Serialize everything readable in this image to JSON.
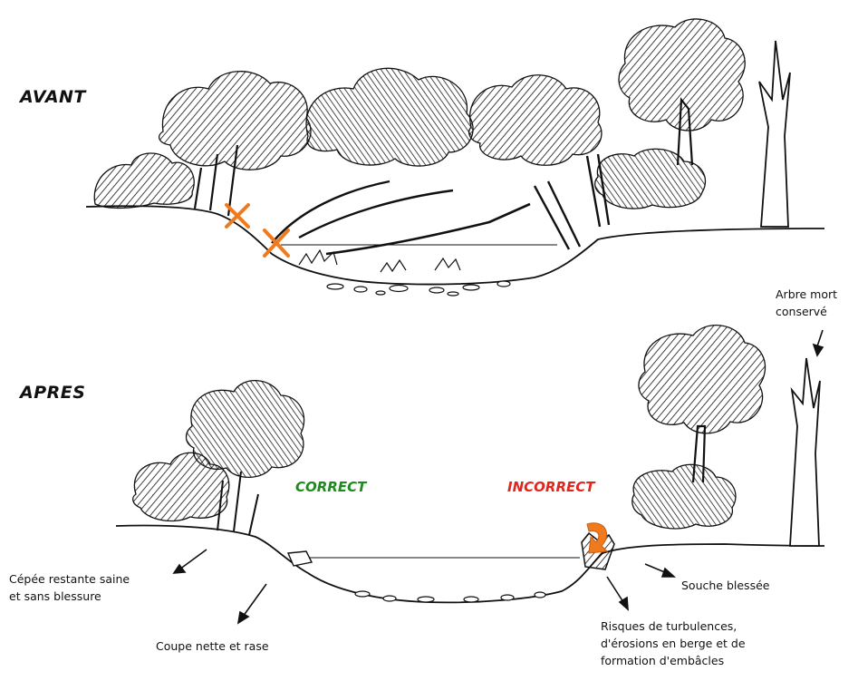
{
  "titles": {
    "before": "AVANT",
    "after": "APRES"
  },
  "status": {
    "correct": "CORRECT",
    "incorrect": "INCORRECT"
  },
  "annotations": {
    "dead_tree_line1": "Arbre mort",
    "dead_tree_line2": "conservé",
    "clump_line1": "Cépée restante saine",
    "clump_line2": "et sans blessure",
    "clean_cut": "Coupe nette et rase",
    "injured_stump": "Souche blessée",
    "risk_line1": "Risques de turbulences,",
    "risk_line2": "d'érosions en berge et de",
    "risk_line3": "formation d'embâcles"
  },
  "colors": {
    "ink": "#111111",
    "cut_mark": "#f07a1e",
    "correct": "#1f8a1f",
    "incorrect": "#e0271f"
  }
}
